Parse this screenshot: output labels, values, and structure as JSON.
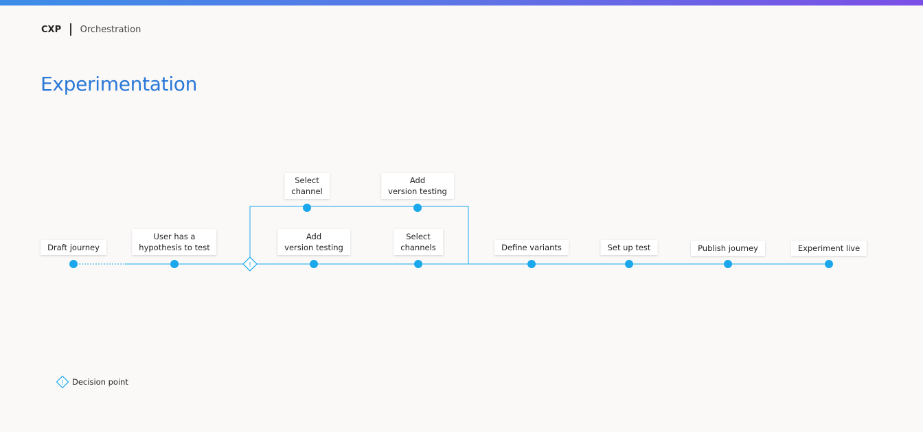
{
  "header": {
    "brand": "CXP",
    "section": "Orchestration"
  },
  "page_title": "Experimentation",
  "flow": {
    "steps": [
      {
        "id": "draft",
        "label": "Draft journey"
      },
      {
        "id": "hypothesis",
        "label": "User has a\nhypothesis to test"
      },
      {
        "id": "decision",
        "label": "",
        "type": "decision"
      },
      {
        "id": "add-version-lower",
        "label": "Add\nversion testing"
      },
      {
        "id": "select-channels",
        "label": "Select\nchannels"
      },
      {
        "id": "select-channel-upper",
        "label": "Select\nchannel"
      },
      {
        "id": "add-version-upper",
        "label": "Add\nversion testing"
      },
      {
        "id": "define-variants",
        "label": "Define variants"
      },
      {
        "id": "set-up-test",
        "label": "Set up test"
      },
      {
        "id": "publish",
        "label": "Publish journey"
      },
      {
        "id": "live",
        "label": "Experiment live"
      }
    ],
    "node_color": "#1aa7ec",
    "line_color": "#1aa7ec"
  },
  "legend": {
    "decision_label": "Decision point",
    "icon": "decision-diamond-icon"
  }
}
